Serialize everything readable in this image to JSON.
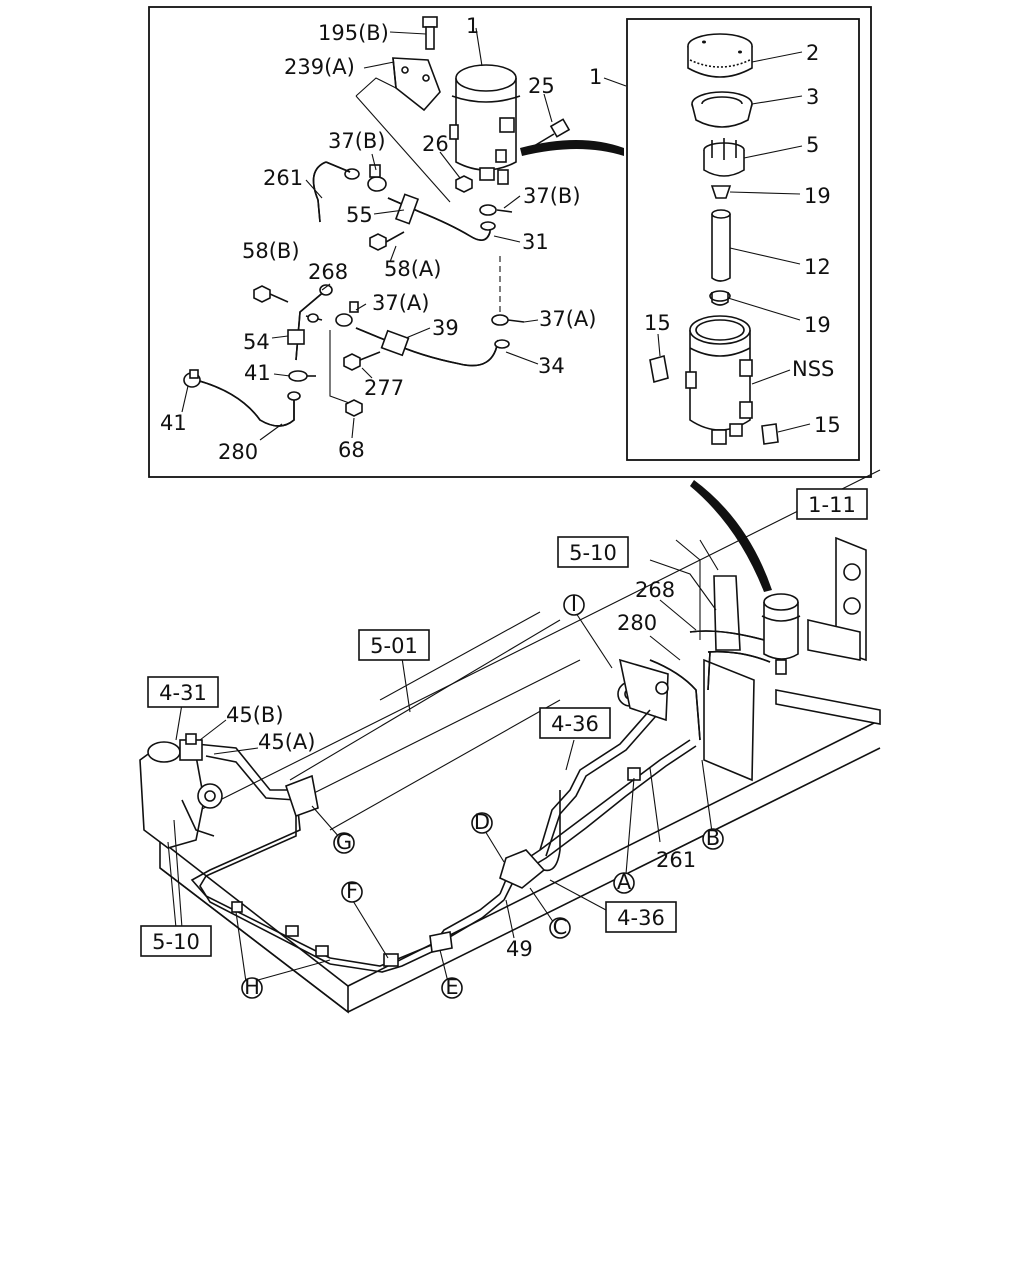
{
  "detail_labels": {
    "l195b": "195(B)",
    "l1": "1",
    "l239a": "239(A)",
    "l25": "25",
    "l37b_a": "37(B)",
    "l26": "26",
    "l261": "261",
    "l37b_b": "37(B)",
    "l55": "55",
    "l31": "31",
    "l58a": "58(A)",
    "l58b": "58(B)",
    "l268": "268",
    "l37a_a": "37(A)",
    "l39": "39",
    "l37a_b": "37(A)",
    "l54": "54",
    "l41a": "41",
    "l277": "277",
    "l34": "34",
    "l41b": "41",
    "l280": "280",
    "l68": "68",
    "l1_inset": "1"
  },
  "inset_labels": {
    "l2": "2",
    "l3": "3",
    "l5": "5",
    "l19a": "19",
    "l12": "12",
    "l19b": "19",
    "l15a": "15",
    "lnss": "NSS",
    "l15b": "15"
  },
  "main_labels": {
    "l268": "268",
    "l280": "280",
    "l261": "261",
    "l49": "49",
    "l45b": "45(B)",
    "l45a": "45(A)"
  },
  "ref_boxes": {
    "r111": "1-11",
    "r510top": "5-10",
    "r501": "5-01",
    "r431": "4-31",
    "r436a": "4-36",
    "r436b": "4-36",
    "r510bot": "5-10"
  },
  "circled": {
    "I": "I",
    "D": "D",
    "G": "G",
    "F": "F",
    "C": "C",
    "A": "A",
    "B": "B",
    "E": "E",
    "H": "H"
  }
}
